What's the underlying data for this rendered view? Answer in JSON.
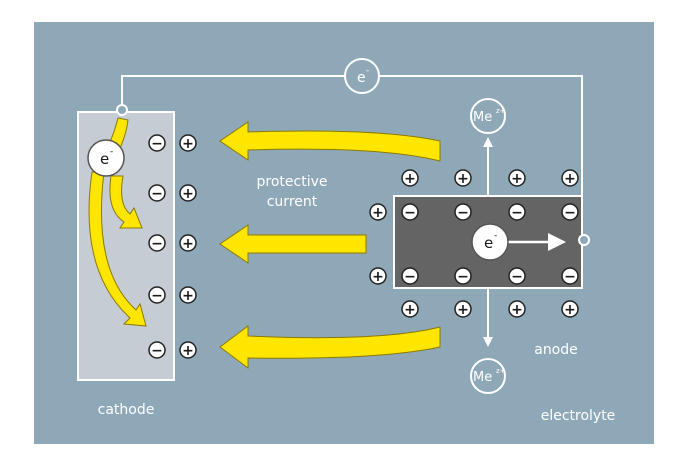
{
  "labels": {
    "protective_current": [
      "protective",
      "current"
    ],
    "cathode": "cathode",
    "anode": "anode",
    "electrolyte": "electrolyte"
  },
  "symbols": {
    "electron": "e",
    "electron_charge": "-",
    "metal_ion": "Me",
    "metal_ion_charge": "z+",
    "plus": "+",
    "minus": "−"
  },
  "colors": {
    "background": "#8fa8b8",
    "cathode_plate": "#c5ccd3",
    "anode_block": "#646464",
    "arrow_yellow": "#ffe600",
    "wire": "#ffffff"
  }
}
